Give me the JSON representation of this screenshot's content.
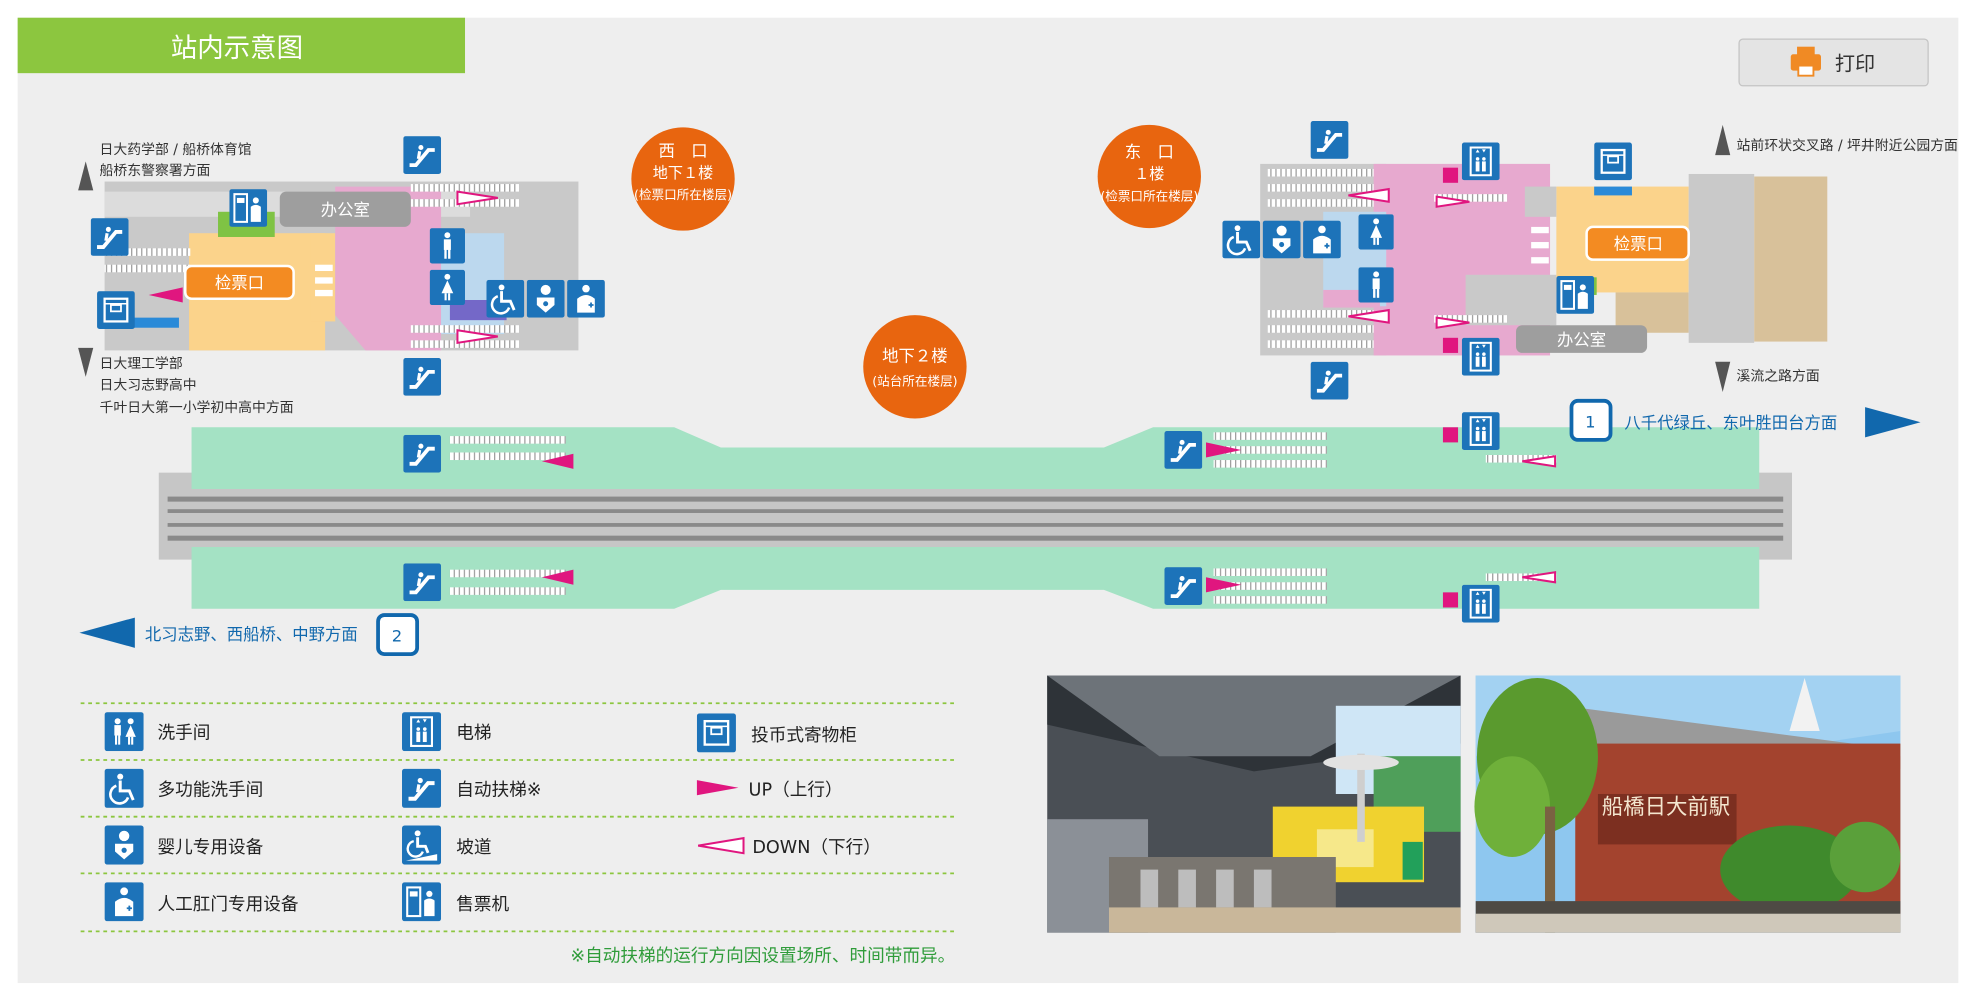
{
  "header": {
    "title": "站内示意图",
    "print_label": "打印"
  },
  "colors": {
    "title_bar": "#8cc63f",
    "panel": "#eeeeee",
    "platform": "#a4e2c4",
    "track_bed": "#c6c6c6",
    "concourse_pink": "#e7a9cf",
    "ticket_area": "#fbd38b",
    "ticket_gate": "#f38b22",
    "orange_badge": "#e8650f",
    "icon_blue": "#1d73b9",
    "up_arrow": "#e0167f",
    "direction_blue": "#1168ad",
    "note_green": "#2f9c3a"
  },
  "west": {
    "badge": [
      "西　口",
      "地下１楼",
      "(检票口所在楼层)"
    ],
    "directions_top": [
      "日大药学部 / 船桥体育馆",
      "船桥东警察署方面"
    ],
    "directions_bottom": [
      "日大理工学部",
      "日大习志野高中",
      "千叶日大第一小学初中高中方面"
    ],
    "office": "办公室",
    "gate": "检票口"
  },
  "east": {
    "badge": [
      "东　口",
      "１楼",
      "(检票口所在楼层)"
    ],
    "direction_top": "站前环状交叉路 / 坪井附近公园方面",
    "direction_bottom": "溪流之路方面",
    "office": "办公室",
    "gate": "检票口"
  },
  "platform_floor": {
    "badge": [
      "地下２楼",
      "(站台所在楼层)"
    ]
  },
  "tracks": {
    "track1_number": "1",
    "track1_direction": "八千代绿丘、东叶胜田台方面",
    "track2_number": "2",
    "track2_direction": "北习志野、西船桥、中野方面"
  },
  "legend": [
    {
      "icon": "toilet-icon",
      "label": "洗手间"
    },
    {
      "icon": "elevator-icon",
      "label": "电梯"
    },
    {
      "icon": "coin-locker-icon",
      "label": "投币式寄物柜"
    },
    {
      "icon": "accessible-toilet-icon",
      "label": "多功能洗手间"
    },
    {
      "icon": "escalator-icon",
      "label": "自动扶梯※"
    },
    {
      "icon": "up-arrow-icon",
      "label": "UP（上行）"
    },
    {
      "icon": "baby-facility-icon",
      "label": "婴儿专用设备"
    },
    {
      "icon": "ramp-icon",
      "label": "坡道"
    },
    {
      "icon": "down-arrow-icon",
      "label": "DOWN（下行）"
    },
    {
      "icon": "ostomate-icon",
      "label": "人工肛门专用设备"
    },
    {
      "icon": "ticket-machine-icon",
      "label": "售票机"
    }
  ],
  "note": "※自动扶梯的运行方向因设置场所、时间带而异。",
  "photos": [
    {
      "name": "photo-concourse"
    },
    {
      "name": "photo-station-exterior",
      "sign_text": "船橋日大前駅"
    }
  ]
}
